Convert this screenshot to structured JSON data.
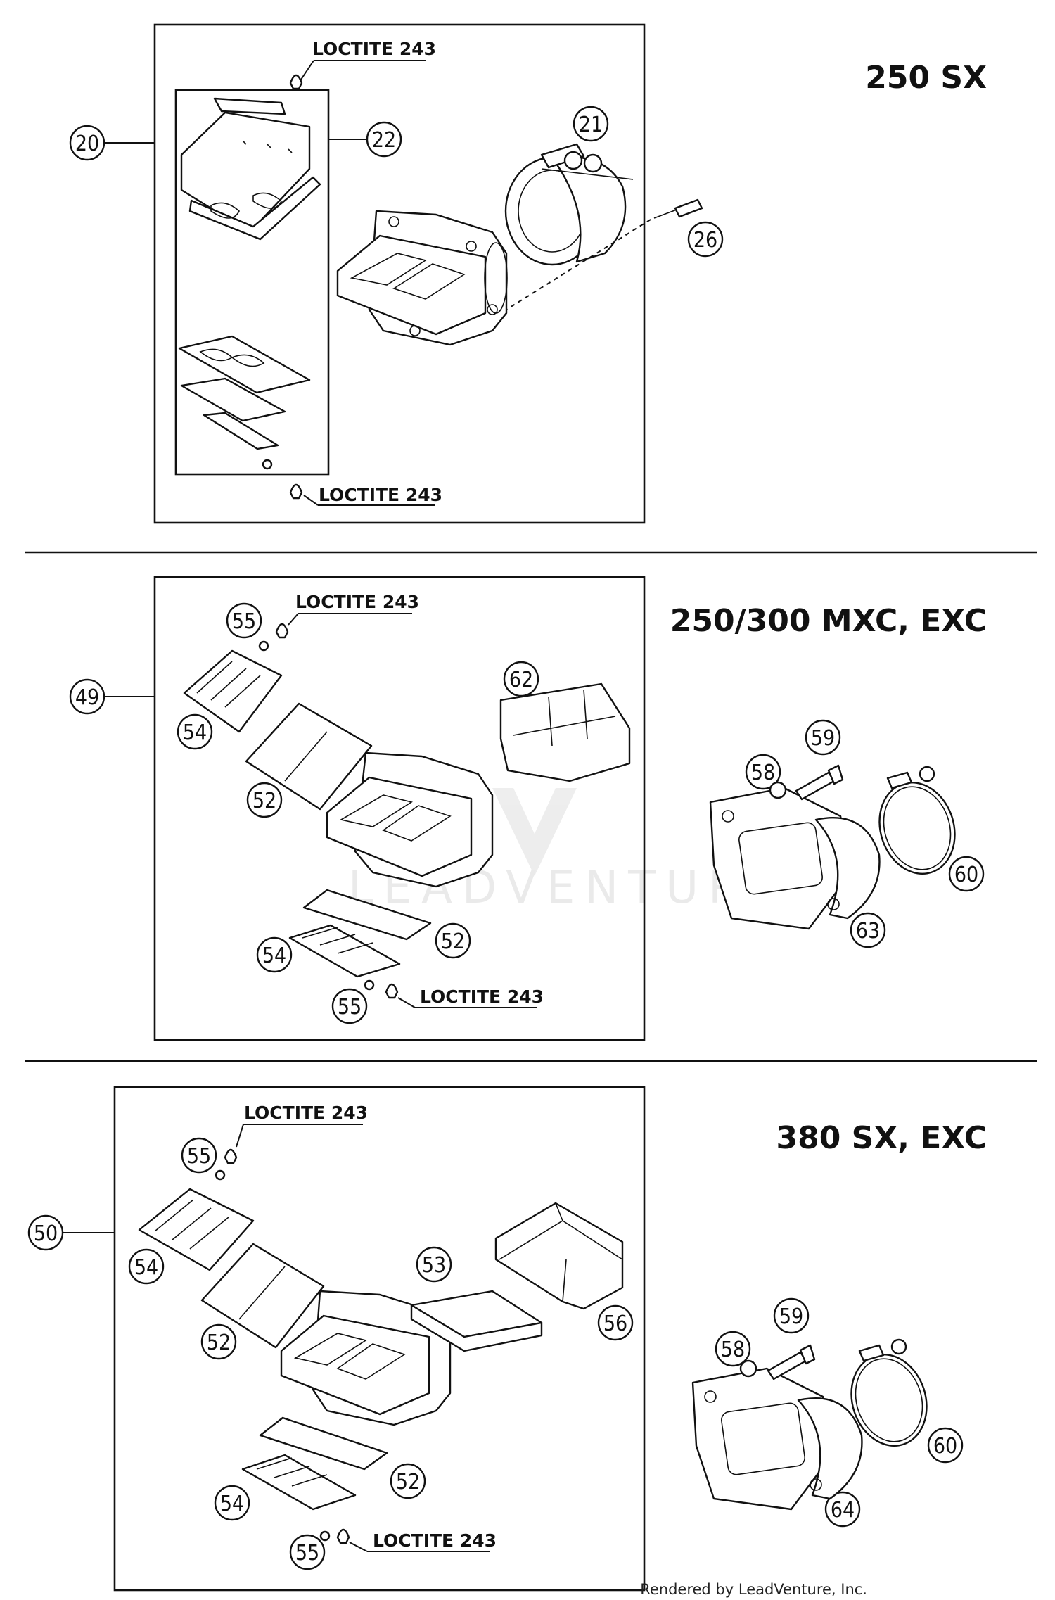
{
  "diagram": {
    "sections": [
      {
        "title": "250 SX",
        "callouts": [
          "20",
          "21",
          "22",
          "26"
        ],
        "notes": [
          "LOCTITE 243",
          "LOCTITE 243"
        ]
      },
      {
        "title": "250/300 MXC, EXC",
        "callouts": [
          "49",
          "52",
          "52",
          "54",
          "54",
          "55",
          "55",
          "58",
          "59",
          "60",
          "62",
          "63"
        ],
        "notes": [
          "LOCTITE 243",
          "LOCTITE 243"
        ]
      },
      {
        "title": "380 SX, EXC",
        "callouts": [
          "50",
          "52",
          "52",
          "53",
          "54",
          "54",
          "55",
          "55",
          "56",
          "58",
          "59",
          "60",
          "64"
        ],
        "notes": [
          "LOCTITE 243",
          "LOCTITE 243"
        ]
      }
    ],
    "watermark": "LEADVENTURE",
    "credit": "Rendered by LeadVenture, Inc."
  }
}
